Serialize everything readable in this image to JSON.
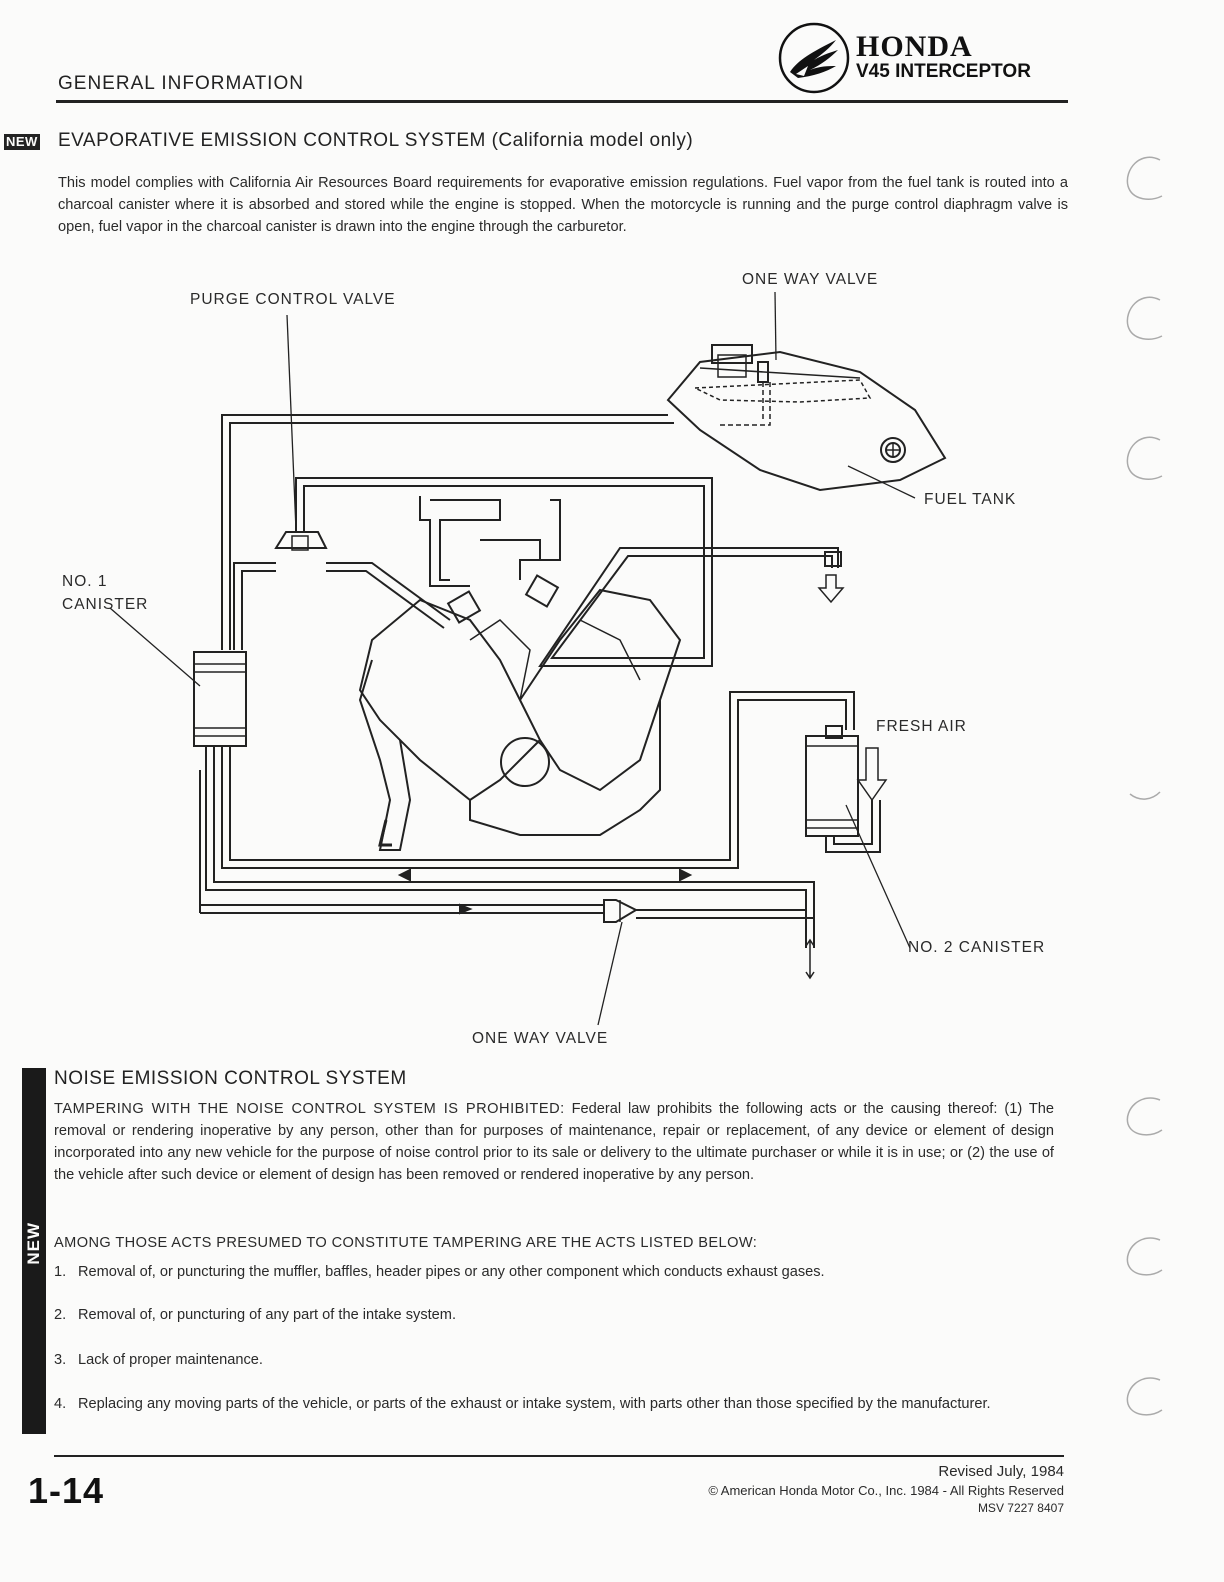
{
  "header": {
    "section": "GENERAL INFORMATION",
    "brand": "HONDA",
    "model": "V45 INTERCEPTOR"
  },
  "evap": {
    "badge": "NEW",
    "title": "EVAPORATIVE EMISSION CONTROL SYSTEM (California model only)",
    "paragraph": "This model complies with California Air Resources Board requirements for evaporative emission regulations. Fuel vapor from the fuel tank is routed into a charcoal canister where it is absorbed and stored while the engine is stopped. When the motorcycle is running and the purge control diaphragm valve is open, fuel vapor in the charcoal canister is drawn into the engine through the carburetor."
  },
  "diagram": {
    "labels": {
      "one_way_valve_top": "ONE WAY VALVE",
      "purge_control_valve": "PURGE CONTROL VALVE",
      "fuel_tank": "FUEL TANK",
      "no1_canister": "NO. 1\nCANISTER",
      "fresh_air": "FRESH AIR",
      "no2_canister": "NO. 2 CANISTER",
      "one_way_valve_bottom": "ONE WAY VALVE"
    }
  },
  "noise": {
    "side_badge": "NEW",
    "title": "NOISE EMISSION CONTROL SYSTEM",
    "lead": "TAMPERING WITH THE NOISE CONTROL SYSTEM IS PROHIBITED:",
    "paragraph": "Federal law prohibits the following acts or the causing thereof: (1) The removal or rendering inoperative by any person, other than for purposes of maintenance, repair or replacement, of any device or element of design incorporated into any new vehicle for the purpose of noise control prior to its sale or delivery to the ultimate purchaser or while it is in use; or (2) the use of the vehicle after such device or element of design has been removed or rendered inoperative by any person.",
    "acts_heading": "AMONG THOSE ACTS PRESUMED TO CONSTITUTE TAMPERING ARE THE ACTS LISTED BELOW:",
    "items": [
      {
        "num": "1.",
        "text": "Removal of, or puncturing the muffler, baffles, header pipes or any other component which conducts exhaust gases."
      },
      {
        "num": "2.",
        "text": "Removal of, or puncturing of any part of the intake system."
      },
      {
        "num": "3.",
        "text": "Lack of proper maintenance."
      },
      {
        "num": "4.",
        "text": "Replacing any moving parts of the vehicle, or parts of the exhaust or intake system, with parts other than those specified by the manufacturer."
      }
    ]
  },
  "footer": {
    "page": "1-14",
    "revised": "Revised July, 1984",
    "copyright": "© American Honda Motor Co., Inc. 1984 - All Rights Reserved",
    "code": "MSV 7227 8407"
  }
}
